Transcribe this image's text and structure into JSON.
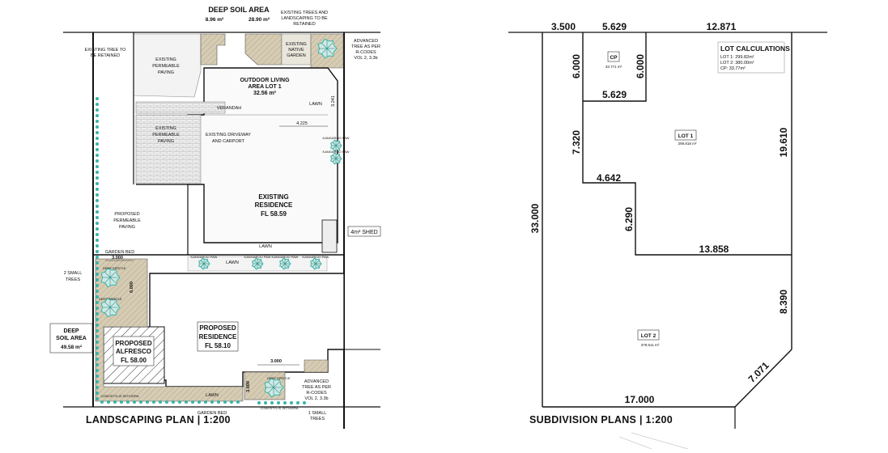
{
  "landscaping": {
    "title": "LANDSCAPING PLAN | 1:200",
    "deep_soil_top_title": "DEEP SOIL AREA",
    "deep_soil_top_a": "8.96 m²",
    "deep_soil_top_b": "28.90 m²",
    "existing_trees_retained": [
      "EXISTING TREES AND",
      "LANDSCAPING TO BE",
      "RETAINED"
    ],
    "existing_tree_left": [
      "EXISTING TREE TO",
      "BE RETAINED"
    ],
    "native_garden": [
      "EXISTING",
      "NATIVE",
      "GARDEN"
    ],
    "advanced_tree_top": [
      "ADVANCED",
      "TREE AS PER",
      "R-CODES",
      "VOL 2, 3.3b"
    ],
    "permeable_paving_top": [
      "EXISTING",
      "PERMEABLE",
      "PAVING"
    ],
    "outdoor_living": [
      "OUTDOOR LIVING",
      "AREA LOT 1",
      "32.56 m²"
    ],
    "lawn_top": "LAWN",
    "verandah": "VERANDAH",
    "dim_3241": "3.241",
    "permeable_paving_mid": [
      "EXISTING",
      "PERMEABLE",
      "PAVING"
    ],
    "driveway": [
      "EXISTING DRIVEWAY",
      "AND CARPORT"
    ],
    "dim_4225": "4.225",
    "kangaroo_paw": "KANGAROO PAW",
    "existing_residence": [
      "EXISTING",
      "RESIDENCE",
      "FL 58.59"
    ],
    "shed": "4m² SHED",
    "proposed_paving": [
      "PROPOSED",
      "PERMEABLE",
      "PAVING"
    ],
    "lawn_mid": "LAWN",
    "lawn_strip": "LAWN",
    "garden_bed_top": "GARDEN BED",
    "dim_3000_a": "3.000",
    "two_small_trees": [
      "2 SMALL",
      "TREES"
    ],
    "dim_6000": "6.000",
    "deep_soil_left": [
      "DEEP",
      "SOIL AREA",
      "49.58 m²"
    ],
    "proposed_alfresco": [
      "PROPOSED",
      "ALFRESCO",
      "FL 58.00"
    ],
    "proposed_residence": [
      "PROPOSED",
      "RESIDENCE",
      "FL 58.10"
    ],
    "dim_3000_b": "3.000",
    "dim_3000_c": "3.000",
    "lawn_bottom": "LAWN",
    "advanced_tree_bottom": [
      "ADVANCED",
      "TREE AS PER",
      "R-CODES",
      "VOL 2, 3.3b"
    ],
    "conostylis": "CONOSTYLIS SETIGERA",
    "garden_bed_bottom": "GARDEN BED",
    "one_small_tree": [
      "1 SMALL",
      "TREES"
    ],
    "deep_sprite": "DEEP SPRITLE"
  },
  "subdivision": {
    "title": "SUBDIVISION PLANS | 1:200",
    "dims": {
      "d3500": "3.500",
      "d5629_top": "5.629",
      "d12871": "12.871",
      "d6000_left": "6.000",
      "d6000_right": "6.000",
      "d5629_bottom": "5.629",
      "d7320": "7.320",
      "d19610": "19.610",
      "d4642": "4.642",
      "d33000": "33.000",
      "d6290": "6.290",
      "d13858": "13.858",
      "d8390": "8.390",
      "d7071": "7.071",
      "d17000": "17.000"
    },
    "cp_label": "CP",
    "cp_area": "33.771 m²",
    "lot1_label": "LOT 1",
    "lot1_area": "299.818 m²",
    "lot2_label": "LOT 2",
    "lot2_area": "379.611 m²",
    "calc_title": "LOT CALCULATIONS",
    "calc_lines": [
      "LOT 1: 299.82m²",
      "LOT 2: 380.00m²",
      "CP: 33.77m²"
    ]
  },
  "colors": {
    "hatch_fill": "#d6ccb4",
    "paving_fill": "#e9e9e9",
    "tree_teal": "#39b3a8",
    "line": "#111111"
  }
}
